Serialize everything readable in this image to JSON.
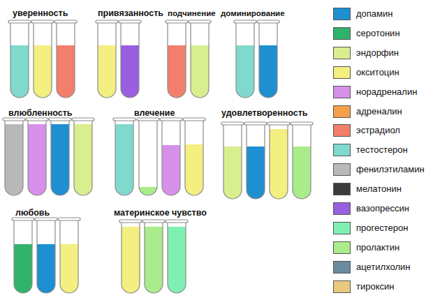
{
  "diagram": {
    "labels": [
      "уверенность",
      "привязанность",
      "подчинение",
      "доминирование",
      "влюбленность",
      "влечение",
      "удовлетворенность",
      "любовь",
      "материнское чувство"
    ],
    "legend": [
      {
        "text": "допамин",
        "color": "#1e8fd0"
      },
      {
        "text": "серотонин",
        "color": "#2fb36a"
      },
      {
        "text": "эндорфин",
        "color": "#d9ee8e"
      },
      {
        "text": "окситоцин",
        "color": "#f3ef80"
      },
      {
        "text": "норадреналин",
        "color": "#d690ea"
      },
      {
        "text": "адреналин",
        "color": "#f6a04a"
      },
      {
        "text": "эстрадиол",
        "color": "#f47e6c"
      },
      {
        "text": "тестостерон",
        "color": "#80d9cd"
      },
      {
        "text": "фенилэтиламин",
        "color": "#b9b9b9"
      },
      {
        "text": "мелатонин",
        "color": "#3a3a3a"
      },
      {
        "text": "вазопрессин",
        "color": "#9a5ee0"
      },
      {
        "text": "прогестерон",
        "color": "#80f0b2"
      },
      {
        "text": "пролактин",
        "color": "#aaec8c"
      },
      {
        "text": "ацетилхолин",
        "color": "#6a8aa0"
      },
      {
        "text": "тироксин",
        "color": "#e9ca7c"
      }
    ]
  }
}
